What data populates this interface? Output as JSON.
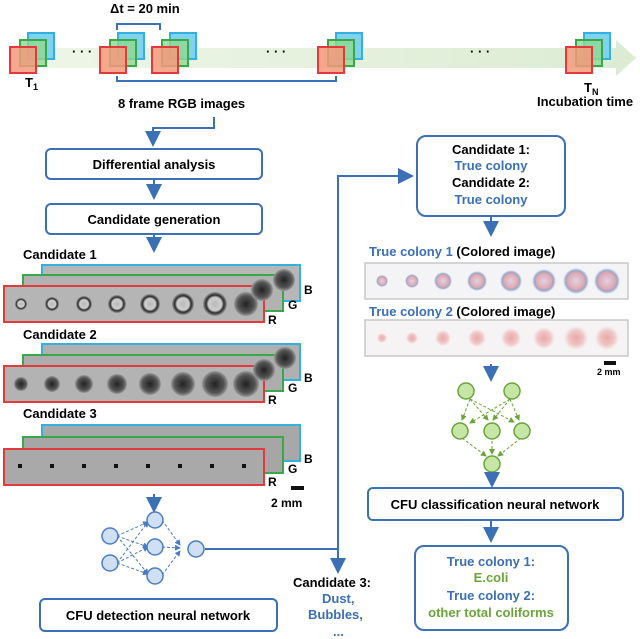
{
  "timeline": {
    "delta_t_label": "Δt = 20 min",
    "t1_label": "T",
    "t1_sub": "1",
    "tn_label": "T",
    "tn_sub": "N",
    "incubation_label": "Incubation time",
    "ellipsis": "· · ·",
    "frames_caption": "8 frame RGB images"
  },
  "left_flow": {
    "differential_analysis": "Differential analysis",
    "candidate_generation": "Candidate generation",
    "candidate_1": "Candidate 1",
    "candidate_2": "Candidate 2",
    "candidate_3": "Candidate 3",
    "channel_b": "B",
    "channel_g": "G",
    "channel_r": "R",
    "scale_left": "2 mm",
    "detection_network": "CFU detection neural network",
    "rejected_title": "Candidate 3:",
    "rejected_line1": "Dust,",
    "rejected_line2": "Bubbles,",
    "rejected_line3": "..."
  },
  "right_flow": {
    "cand1_label": "Candidate 1:",
    "cand1_value": "True colony",
    "cand2_label": "Candidate 2:",
    "cand2_value": "True colony",
    "colony1_title": "True colony 1",
    "colony1_suffix": " (Colored image)",
    "colony2_title": "True colony 2",
    "colony2_suffix": " (Colored image)",
    "scale_right": "2 mm",
    "classification_network": "CFU classification neural network",
    "result1_label": "True colony 1:",
    "result1_value": "E.coli",
    "result2_label": "True colony 2:",
    "result2_value": "other total coliforms"
  },
  "colors": {
    "flow_blue": "#3b6fb6",
    "node_blue": "#cfe0f5",
    "node_green": "#c6e6a6",
    "text_green": "#6aa43a",
    "frame_red": "#e23a3a",
    "frame_green": "#3aa84a",
    "frame_cyan": "#33b0e0"
  }
}
